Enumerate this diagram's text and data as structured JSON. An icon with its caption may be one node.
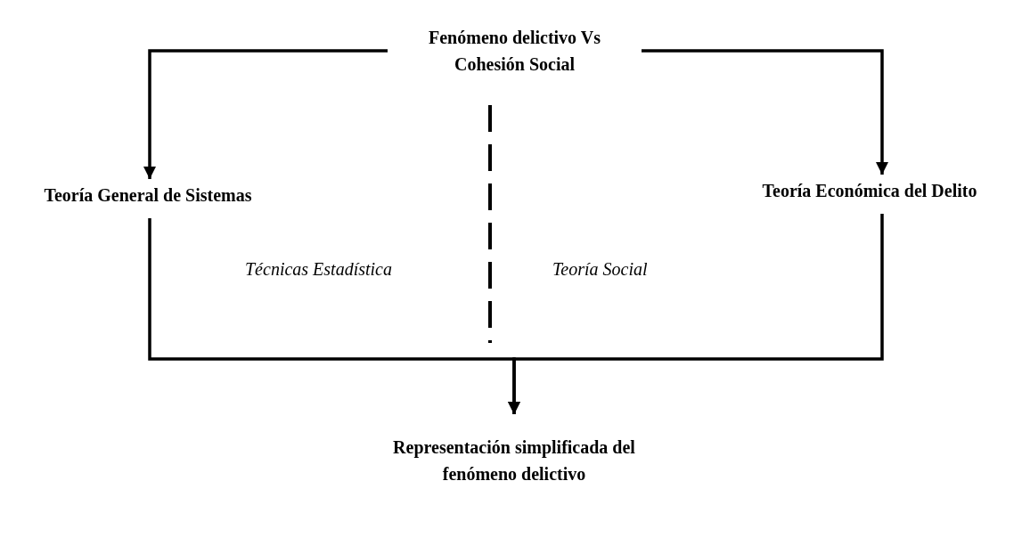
{
  "diagram": {
    "nodes": [
      {
        "text": [
          "Fenómeno delictivo Vs Cohesión Social"
        ]
      },
      {
        "text": [
          "Teoría General de Sistemas"
        ]
      },
      {
        "text": [
          "Teoría Económica del Delito"
        ]
      },
      {
        "text": [
          "Representación simplificada del fenómeno delictivo"
        ]
      }
    ],
    "edges": [
      {
        "from": 0,
        "to": 1,
        "arrow": "to"
      },
      {
        "from": 0,
        "to": 2,
        "arrow": "to"
      },
      {
        "from": 1,
        "to": 3,
        "arrow": "to"
      },
      {
        "from": 2,
        "to": 3,
        "arrow": "to"
      }
    ],
    "labels": [
      "Técnicas Estadística",
      "Teoría Social"
    ]
  }
}
